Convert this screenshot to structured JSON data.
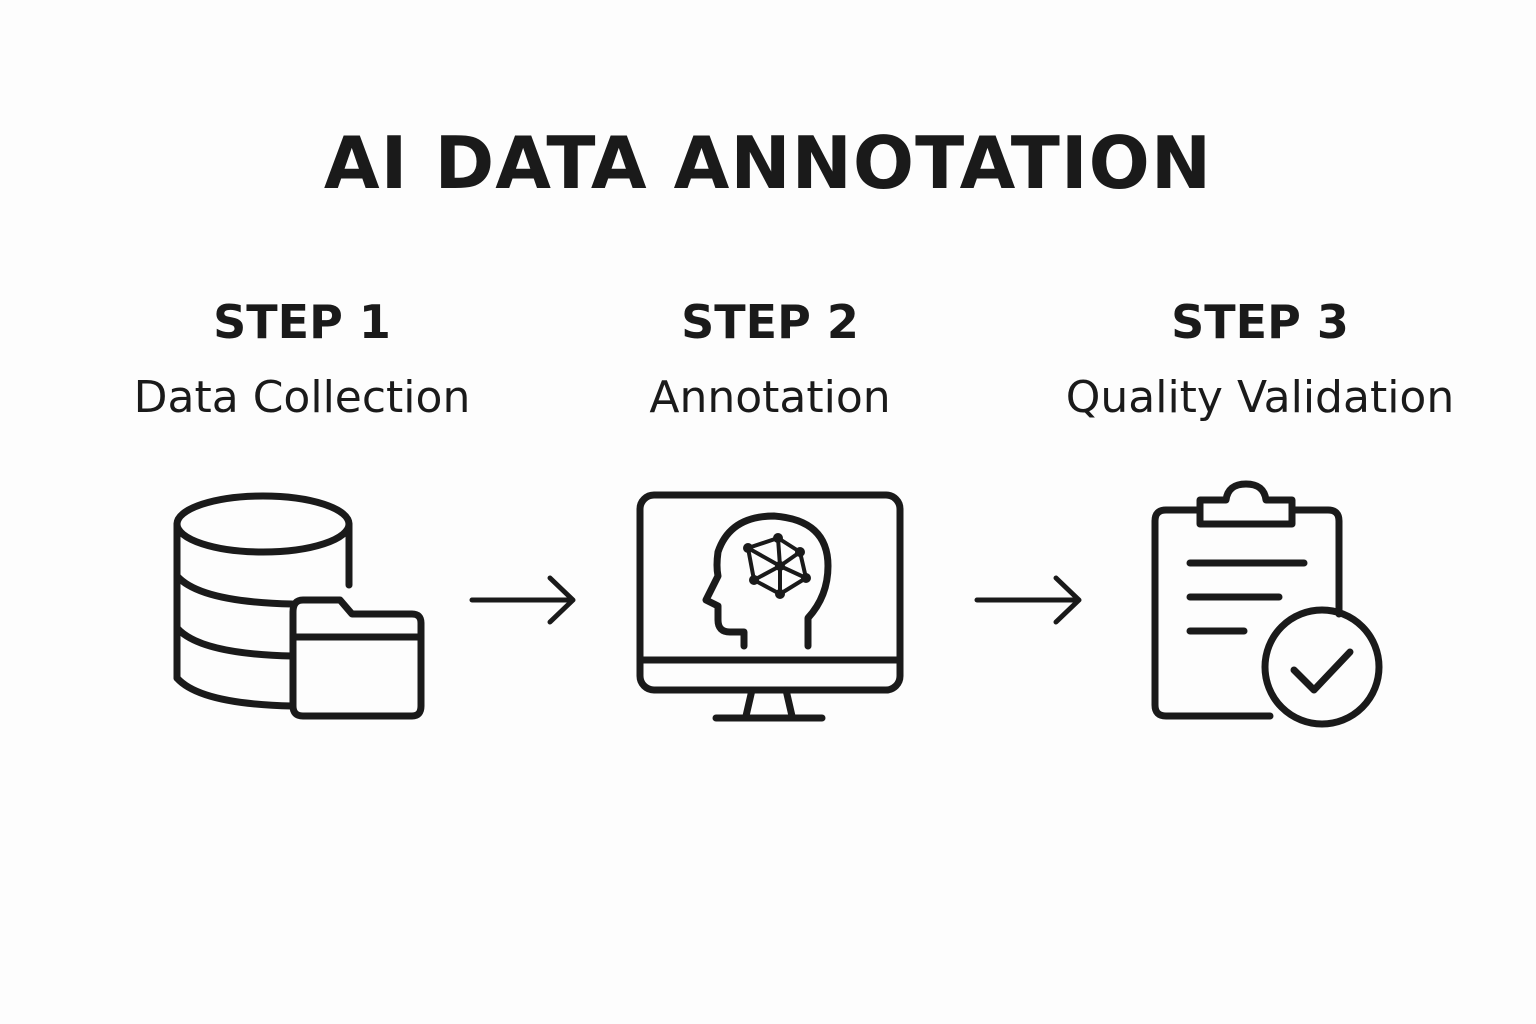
{
  "title": "AI DATA ANNOTATION",
  "steps": [
    {
      "number": "STEP 1",
      "name": "Data Collection",
      "icon": "database-folder-icon"
    },
    {
      "number": "STEP 2",
      "name": "Annotation",
      "icon": "monitor-ai-head-icon"
    },
    {
      "number": "STEP 3",
      "name": "Quality Validation",
      "icon": "clipboard-check-icon"
    }
  ],
  "colors": {
    "ink": "#1a1a1a",
    "background": "#fdfdfd"
  }
}
